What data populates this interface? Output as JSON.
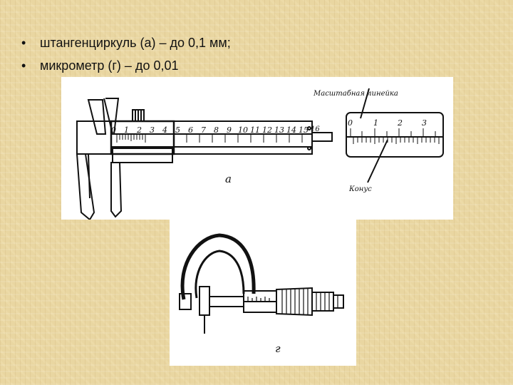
{
  "bullets": [
    {
      "marker": "•",
      "text": "штангенциркуль (а) – до 0,1 мм;"
    },
    {
      "marker": "•",
      "text": "микрометр (г) – до 0,01"
    }
  ],
  "figure_a": {
    "scale_numbers": [
      "0",
      "1",
      "2",
      "3",
      "4",
      "5",
      "6",
      "7",
      "8",
      "9",
      "10",
      "11",
      "12",
      "13",
      "14",
      "15",
      "16"
    ],
    "label": "а",
    "detail_label_top": "Масштабная линейка",
    "detail_label_bottom": "Конус",
    "detail_numbers": [
      "0",
      "1",
      "2",
      "3"
    ]
  },
  "figure_g": {
    "label": "г"
  }
}
